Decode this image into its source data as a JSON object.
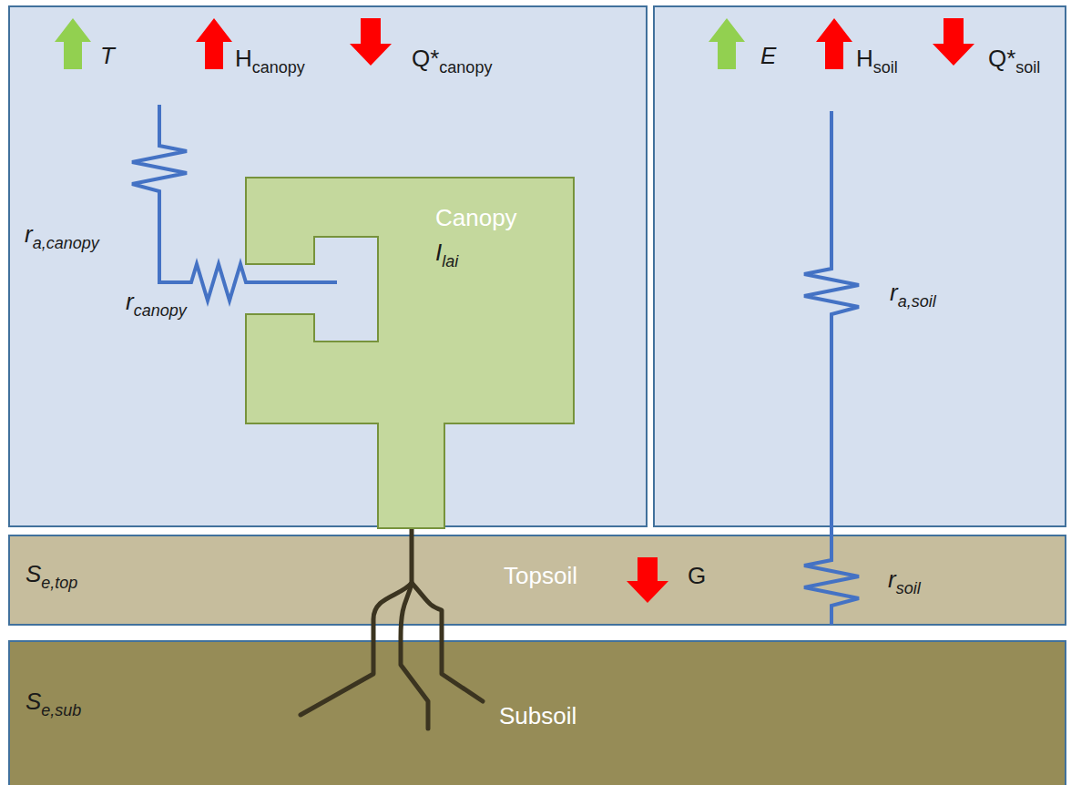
{
  "diagram": {
    "nodes": [
      {
        "text": [
          "T",
          "Hcanopy",
          "Q*canopy",
          "ra,canopy",
          "rcanopy"
        ]
      },
      {
        "text": [
          "Canopy",
          "Ilai"
        ],
        "in": 0
      },
      {
        "text": [
          "E",
          "Hsoil",
          "Q*soil",
          "ra,soil"
        ]
      },
      {
        "text": [
          "Se,top",
          "Topsoil",
          "G",
          "rsoil"
        ]
      },
      {
        "text": [
          "Se,sub",
          "Subsoil"
        ]
      }
    ]
  }
}
